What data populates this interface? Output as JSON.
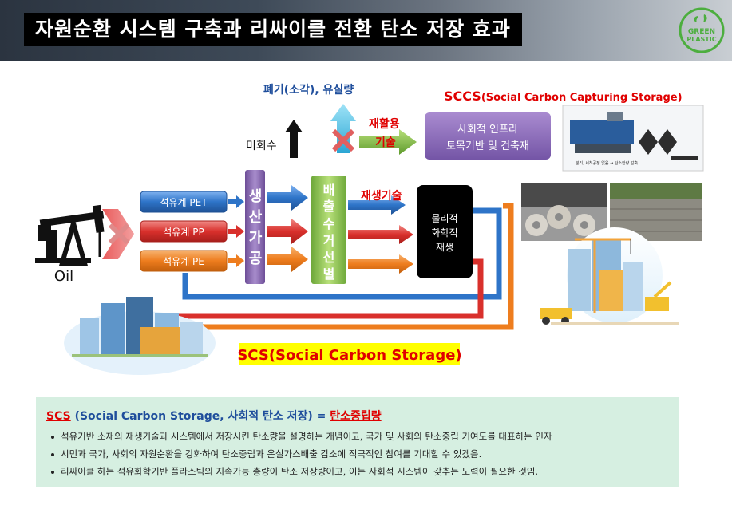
{
  "header": {
    "title": "자원순환 시스템 구축과 리싸이클 전환 탄소 저장 효과",
    "logo_line1": "GREEN",
    "logo_line2": "PLASTIC"
  },
  "diagram": {
    "waste_label": "폐기(소각), 유실량",
    "uncollected_label": "미회수",
    "recycle_tech": [
      "재활용",
      "기술"
    ],
    "sccs_prefix": "SCCS",
    "sccs_rest": "(Social Carbon Capturing Storage)",
    "infra_line1": "사회적 인프라",
    "infra_line2": "토목기반 및 건축재",
    "oil_label": "Oil",
    "resins": [
      "석유계 PET",
      "석유계 PP",
      "석유계 PE"
    ],
    "production": [
      "생",
      "산",
      "가",
      "공"
    ],
    "collection": [
      "배",
      "출",
      "수",
      "거",
      "선",
      "별"
    ],
    "regen_tech": "재생기술",
    "regen_box": [
      "물리적",
      "화학적",
      "재생"
    ],
    "scs_label": "SCS(Social Carbon Storage)",
    "photo_caption": "분리, 세척공정 없음 → 탄소함량 감축"
  },
  "info": {
    "heading_scs": "SCS",
    "heading_mid": " (Social Carbon Storage, 사회적 탄소 저장) = ",
    "heading_end": "탄소중립량",
    "bullets": [
      "석유기반 소재의 재생기술과 시스템에서 저장시킨 탄소량을 설명하는 개념이고, 국가 및 사회의 탄소중립 기여도를 대표하는 인자",
      "시민과 국가, 사회의 자원순환을 강화하여 탄소중립과 온실가스배출 감소에 적극적인 참여를 기대할 수 있겠음.",
      "리싸이클 하는 석유화학기반 플라스틱의 지속가능 총량이 탄소 저장량이고, 이는 사회적 시스템이 갖추는 노력이 필요한 것임."
    ]
  },
  "colors": {
    "pet": "#2e74c8",
    "pp": "#d9302c",
    "pe": "#ee7d1e",
    "production": "#8a6ab0",
    "collection": "#8ec34a",
    "info_bg": "#d6efe1",
    "red_text": "#e00000",
    "blue_text": "#1f4e9c"
  }
}
